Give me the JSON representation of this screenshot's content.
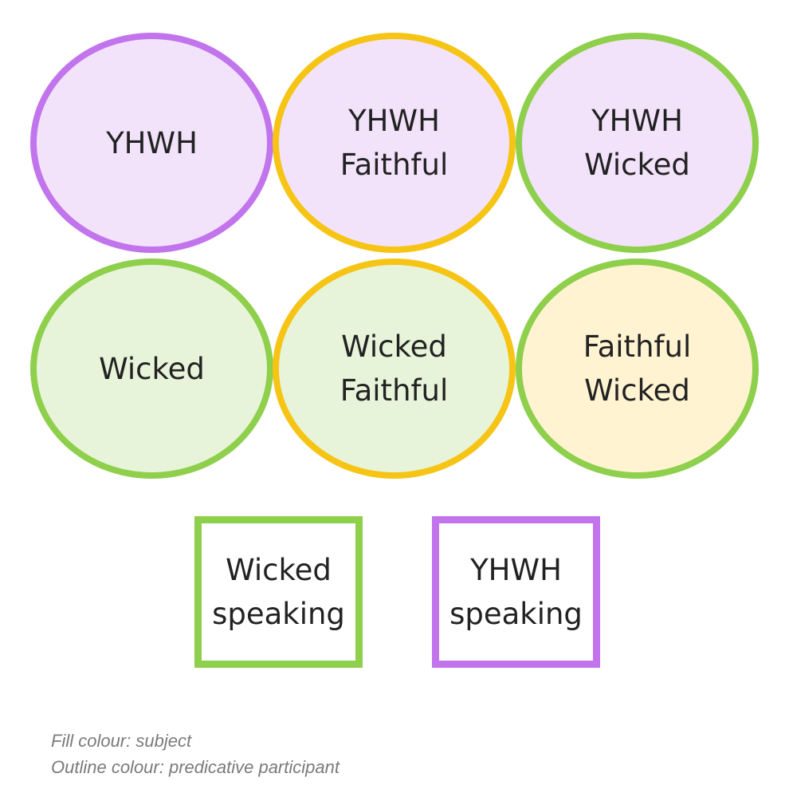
{
  "colors": {
    "yhwh": "#c274ec",
    "faithful": "#f6c414",
    "wicked": "#8ecf4b",
    "fill_yhwh": "#f2e3fb",
    "fill_wicked": "#e8f4da",
    "fill_faithful": "#fff3d1",
    "fill_box": "#ffffff"
  },
  "nodes": [
    {
      "lines": [
        "YHWH"
      ],
      "fill": "#f2e3fb",
      "outline": "#c274ec"
    },
    {
      "lines": [
        "YHWH",
        "Faithful"
      ],
      "fill": "#f2e3fb",
      "outline": "#f6c414"
    },
    {
      "lines": [
        "YHWH",
        "Wicked"
      ],
      "fill": "#f2e3fb",
      "outline": "#8ecf4b"
    },
    {
      "lines": [
        "Wicked"
      ],
      "fill": "#e8f4da",
      "outline": "#8ecf4b"
    },
    {
      "lines": [
        "Wicked",
        "Faithful"
      ],
      "fill": "#e8f4da",
      "outline": "#f6c414"
    },
    {
      "lines": [
        "Faithful",
        "Wicked"
      ],
      "fill": "#fff3d1",
      "outline": "#8ecf4b"
    }
  ],
  "boxes": [
    {
      "lines": [
        "Wicked",
        "speaking"
      ],
      "outline": "#8ecf4b"
    },
    {
      "lines": [
        "YHWH",
        "speaking"
      ],
      "outline": "#c274ec"
    }
  ],
  "legend": {
    "fill_line": "Fill colour: subject",
    "outline_line": "Outline colour: predicative participant"
  }
}
